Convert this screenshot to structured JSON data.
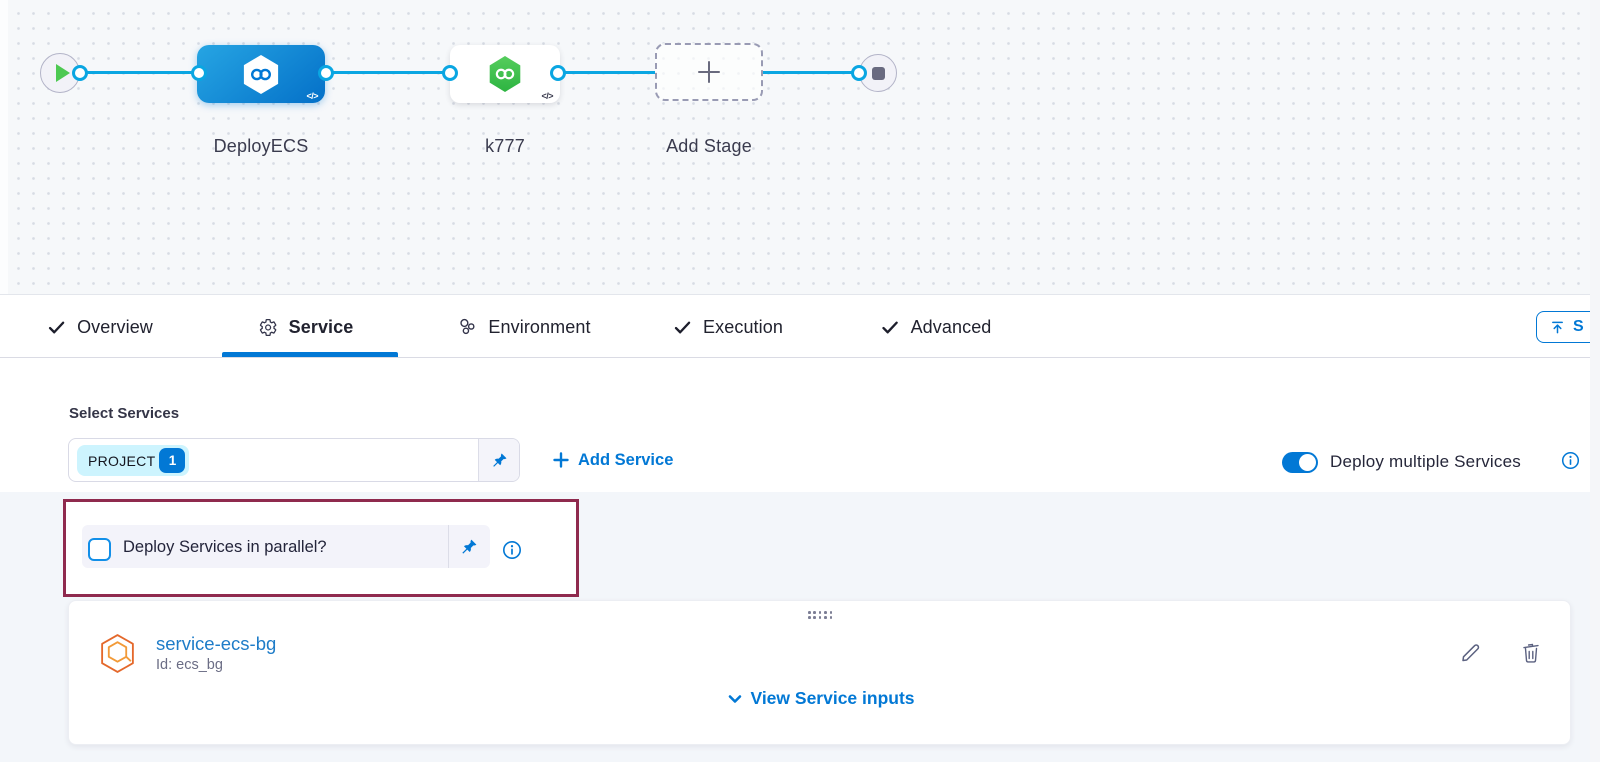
{
  "pipeline": {
    "stages": [
      {
        "name": "DeployECS"
      },
      {
        "name": "k777"
      },
      {
        "name": "Add Stage"
      }
    ]
  },
  "icons": {
    "infinity": "∞",
    "code": "</>"
  },
  "tabs": {
    "items": [
      {
        "label": "Overview"
      },
      {
        "label": "Service"
      },
      {
        "label": "Environment"
      },
      {
        "label": "Execution"
      },
      {
        "label": "Advanced"
      }
    ],
    "active": "Service",
    "save_button_label": "S"
  },
  "services": {
    "select_label": "Select Services",
    "chip": {
      "label": "PROJECT",
      "count": "1"
    },
    "add_service": "Add Service",
    "deploy_multiple": "Deploy multiple Services",
    "parallel_question": "Deploy Services in parallel?",
    "card": {
      "name": "service-ecs-bg",
      "id_line": "Id: ecs_bg",
      "view_inputs": "View Service inputs"
    }
  },
  "colors": {
    "primary": "#0278d5",
    "connector": "#0aa6e2",
    "highlight_box": "#8f2a4e",
    "chip_bg": "#cdf4fe",
    "green": "#42c94f",
    "orange": "#ee7122"
  }
}
